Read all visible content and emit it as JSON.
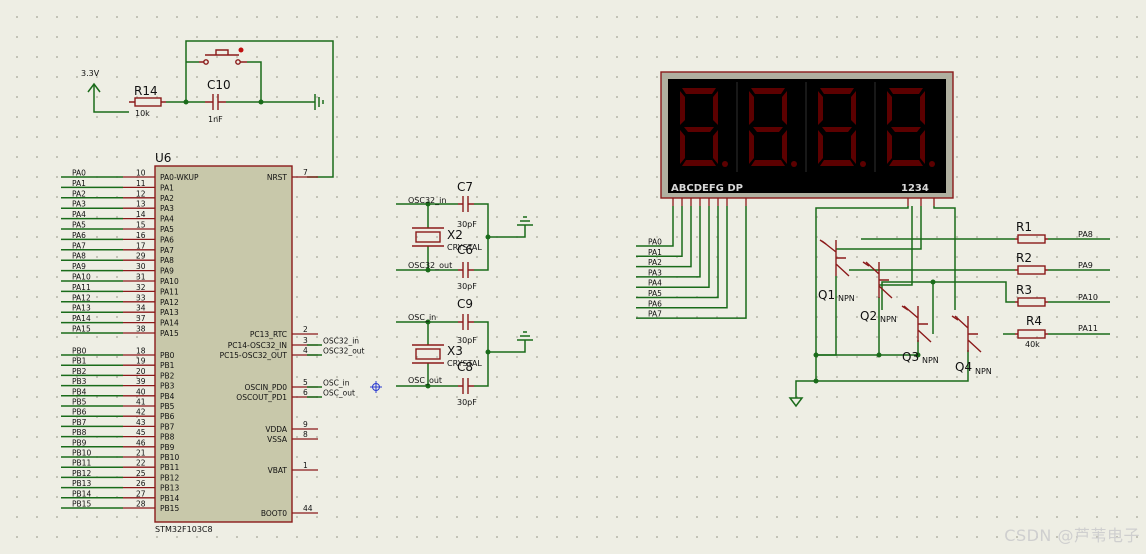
{
  "mcu": {
    "ref": "U6",
    "part": "STM32F103C8",
    "left_pins": [
      {
        "net": "PA0",
        "num": "10",
        "name": "PA0-WKUP"
      },
      {
        "net": "PA1",
        "num": "11",
        "name": "PA1"
      },
      {
        "net": "PA2",
        "num": "12",
        "name": "PA2"
      },
      {
        "net": "PA3",
        "num": "13",
        "name": "PA3"
      },
      {
        "net": "PA4",
        "num": "14",
        "name": "PA4"
      },
      {
        "net": "PA5",
        "num": "15",
        "name": "PA5"
      },
      {
        "net": "PA6",
        "num": "16",
        "name": "PA6"
      },
      {
        "net": "PA7",
        "num": "17",
        "name": "PA7"
      },
      {
        "net": "PA8",
        "num": "29",
        "name": "PA8"
      },
      {
        "net": "PA9",
        "num": "30",
        "name": "PA9"
      },
      {
        "net": "PA10",
        "num": "31",
        "name": "PA10"
      },
      {
        "net": "PA11",
        "num": "32",
        "name": "PA11"
      },
      {
        "net": "PA12",
        "num": "33",
        "name": "PA12"
      },
      {
        "net": "PA13",
        "num": "34",
        "name": "PA13"
      },
      {
        "net": "PA14",
        "num": "37",
        "name": "PA14"
      },
      {
        "net": "PA15",
        "num": "38",
        "name": "PA15"
      },
      {
        "net": "PB0",
        "num": "18",
        "name": "PB0"
      },
      {
        "net": "PB1",
        "num": "19",
        "name": "PB1"
      },
      {
        "net": "PB2",
        "num": "20",
        "name": "PB2"
      },
      {
        "net": "PB3",
        "num": "39",
        "name": "PB3"
      },
      {
        "net": "PB4",
        "num": "40",
        "name": "PB4"
      },
      {
        "net": "PB5",
        "num": "41",
        "name": "PB5"
      },
      {
        "net": "PB6",
        "num": "42",
        "name": "PB6"
      },
      {
        "net": "PB7",
        "num": "43",
        "name": "PB7"
      },
      {
        "net": "PB8",
        "num": "45",
        "name": "PB8"
      },
      {
        "net": "PB9",
        "num": "46",
        "name": "PB9"
      },
      {
        "net": "PB10",
        "num": "21",
        "name": "PB10"
      },
      {
        "net": "PB11",
        "num": "22",
        "name": "PB11"
      },
      {
        "net": "PB12",
        "num": "25",
        "name": "PB12"
      },
      {
        "net": "PB13",
        "num": "26",
        "name": "PB13"
      },
      {
        "net": "PB14",
        "num": "27",
        "name": "PB14"
      },
      {
        "net": "PB15",
        "num": "28",
        "name": "PB15"
      }
    ],
    "right_pins": [
      {
        "num": "7",
        "name": "NRST",
        "net": ""
      },
      {
        "num": "2",
        "name": "PC13_RTC",
        "net": ""
      },
      {
        "num": "3",
        "name": "PC14-OSC32_IN",
        "net": "OSC32_in"
      },
      {
        "num": "4",
        "name": "PC15-OSC32_OUT",
        "net": "OSC32_out"
      },
      {
        "num": "5",
        "name": "OSCIN_PD0",
        "net": "OSC_in"
      },
      {
        "num": "6",
        "name": "OSCOUT_PD1",
        "net": "OSC_out"
      },
      {
        "num": "9",
        "name": "VDDA",
        "net": ""
      },
      {
        "num": "8",
        "name": "VSSA",
        "net": ""
      },
      {
        "num": "1",
        "name": "VBAT",
        "net": ""
      },
      {
        "num": "44",
        "name": "BOOT0",
        "net": ""
      }
    ]
  },
  "reset": {
    "supply": "3.3V",
    "r_ref": "R14",
    "r_val": "10k",
    "c_ref": "C10",
    "c_val": "1nF"
  },
  "osc32": {
    "in_net": "OSC32_in",
    "out_net": "OSC32_out",
    "c_top": "C7",
    "c_top_val": "30pF",
    "c_bot": "C6",
    "c_bot_val": "30pF",
    "x_ref": "X2",
    "x_val": "CRYSTAL"
  },
  "osc": {
    "in_net": "OSC_in",
    "out_net": "OSC_out",
    "c_top": "C9",
    "c_top_val": "30pF",
    "c_bot": "C8",
    "c_bot_val": "30pF",
    "x_ref": "X3",
    "x_val": "CRYSTAL"
  },
  "display": {
    "seg_label": "ABCDEFG  DP",
    "digit_label": "1234",
    "seg_nets": [
      "PA0",
      "PA1",
      "PA2",
      "PA3",
      "PA4",
      "PA5",
      "PA6",
      "PA7"
    ]
  },
  "drivers": {
    "transistors": [
      {
        "ref": "Q1",
        "type": "NPN"
      },
      {
        "ref": "Q2",
        "type": "NPN"
      },
      {
        "ref": "Q3",
        "type": "NPN"
      },
      {
        "ref": "Q4",
        "type": "NPN"
      }
    ],
    "resistors": [
      {
        "ref": "R1",
        "val": "",
        "net": "PA8"
      },
      {
        "ref": "R2",
        "val": "",
        "net": "PA9"
      },
      {
        "ref": "R3",
        "val": "",
        "net": "PA10"
      },
      {
        "ref": "R4",
        "val": "40k",
        "net": "PA11"
      }
    ]
  },
  "watermark": "CSDN @芦苇电子",
  "colors": {
    "wire": "#1a6b1a",
    "component": "#8b1a1a",
    "ic_fill": "#c8c8aa",
    "display_bg": "#000000",
    "segment_off": "#5c0000"
  }
}
